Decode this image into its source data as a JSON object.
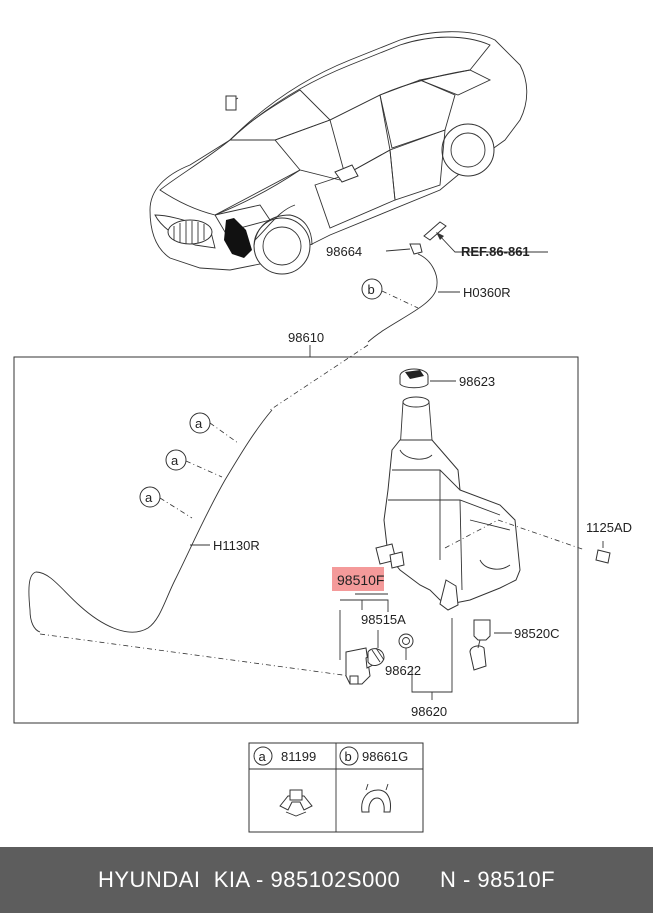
{
  "diagram": {
    "ref_label": "REF.86-861",
    "parts": {
      "p98664": "98664",
      "pH0360R": "H0360R",
      "p98610": "98610",
      "p98623": "98623",
      "pH1130R": "H1130R",
      "p1125AD": "1125AD",
      "p98510F": "98510F",
      "p98515A": "98515A",
      "p98520C": "98520C",
      "p98622": "98622",
      "p98620": "98620"
    },
    "callouts": {
      "a": "a",
      "b": "b"
    },
    "legend": {
      "a_letter": "a",
      "a_part": "81199",
      "b_letter": "b",
      "b_part": "98661G"
    },
    "highlight_color": "#f49a9a"
  },
  "footer": {
    "brand": "HYUNDAI  KIA - 985102S000",
    "part_no": "N - 98510F"
  }
}
